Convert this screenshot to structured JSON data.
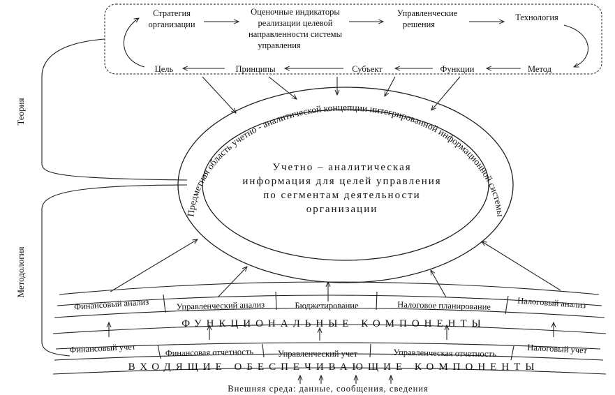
{
  "top_row": {
    "strategy": [
      "Стратегия",
      "организации"
    ],
    "indicators": [
      "Оценочные индикаторы",
      "реализации целевой",
      "направленности системы",
      "управления"
    ],
    "decisions": [
      "Управленческие",
      "решения"
    ],
    "technology": "Технология"
  },
  "bottom_row": {
    "goal": "Цель",
    "principles": "Принципы",
    "subject": "Субъект",
    "functions": "Функции",
    "method": "Метод"
  },
  "side_labels": {
    "theory": "Теория",
    "methodology": "Методология"
  },
  "ellipse": {
    "arc_text": "Предметная область учетно - аналитической концепции интегрированной информационной системы",
    "center_lines": [
      "Учетно – аналитическая",
      "информация для целей управления",
      "по сегментам деятельности",
      "организации"
    ]
  },
  "functional_items": [
    "Финансовый анализ",
    "Управленческий анализ",
    "Бюджетирование",
    "Налоговое планирование",
    "Налоговый анализ"
  ],
  "functional_caption": "ФУНКЦИОНАЛЬНЫЕ КОМПОНЕНТЫ",
  "input_items": [
    "Финансовый учет",
    "Финансовая отчетность",
    "Управленческий учет",
    "Управленческая отчетность",
    "Налоговый учет"
  ],
  "input_caption": "ВХОДЯЩИЕ ОБЕСПЕЧИВАЮЩИЕ КОМПОНЕНТЫ",
  "environment": "Внешняя среда: данные, сообщения, сведения"
}
